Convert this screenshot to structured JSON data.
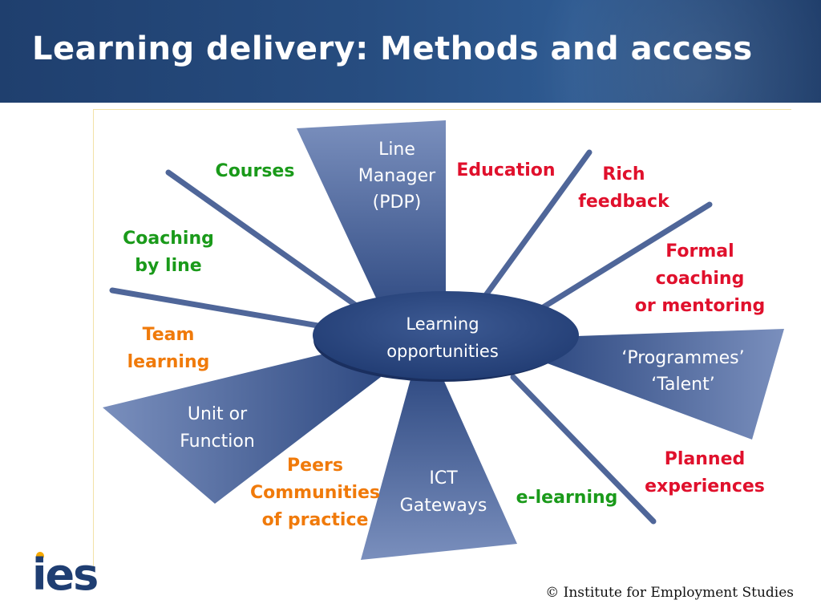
{
  "title": "Learning delivery: Methods and access",
  "center": {
    "line1": "Learning",
    "line2": "opportunities"
  },
  "wedges": {
    "line_manager": {
      "line1": "Line",
      "line2": "Manager",
      "line3": "(PDP)"
    },
    "unit": {
      "line1": "Unit or",
      "line2": "Function"
    },
    "ict": {
      "line1": "ICT",
      "line2": "Gateways"
    },
    "programmes": {
      "line1": "‘Programmes’",
      "line2": "‘Talent’"
    }
  },
  "methods": {
    "courses": "Courses",
    "coaching": {
      "line1": "Coaching",
      "line2": "by line"
    },
    "team": {
      "line1": "Team",
      "line2": "learning"
    },
    "peers": {
      "line1": "Peers",
      "line2": "Communities",
      "line3": "of practice"
    },
    "education": "Education",
    "rich": {
      "line1": "Rich",
      "line2": "feedback"
    },
    "formal": {
      "line1": "Formal",
      "line2": "coaching",
      "line3": "or mentoring"
    },
    "planned": {
      "line1": "Planned",
      "line2": "experiences"
    },
    "elearning": "e-learning"
  },
  "footer": "© Institute for Employment Studies",
  "logo": "ies",
  "colors": {
    "header": "#274d80",
    "wedge": "#4a6194",
    "spoke": "#4f6699",
    "green": "#1a9a1a",
    "red": "#e0102c",
    "orange": "#f07a0a",
    "logo_accent": "#f5a800"
  }
}
